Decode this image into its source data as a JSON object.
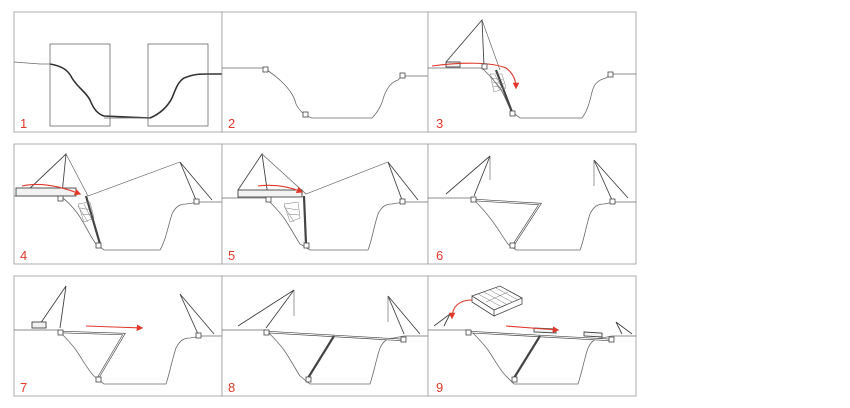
{
  "steps": [
    {
      "label": "1"
    },
    {
      "label": "2"
    },
    {
      "label": "3"
    },
    {
      "label": "4"
    },
    {
      "label": "5"
    },
    {
      "label": "6"
    },
    {
      "label": "7"
    },
    {
      "label": "8"
    },
    {
      "label": "9"
    }
  ],
  "colors": {
    "step_number": "#e0392b",
    "arrow": "#e0392b",
    "line": "#444444",
    "frame": "#9a9a9a"
  }
}
